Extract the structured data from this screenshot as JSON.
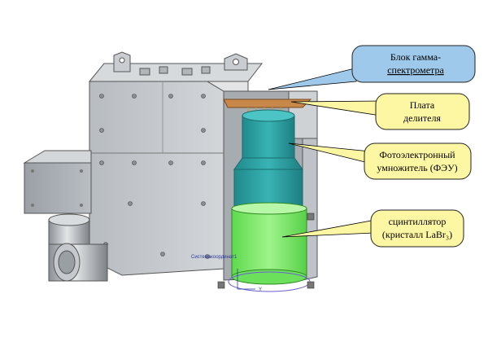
{
  "callouts": [
    {
      "id": "block",
      "lines": [
        "Блок гамма-",
        "спектрометра"
      ],
      "style": "blue",
      "underline_line": 2
    },
    {
      "id": "plate",
      "lines": [
        "Плата",
        "делителя"
      ],
      "style": "yellow"
    },
    {
      "id": "pmt",
      "lines": [
        "Фотоэлектронный",
        "умножитель (ФЭУ)"
      ],
      "style": "yellow"
    },
    {
      "id": "scint",
      "lines": [
        "сцинтиллятор",
        "(кристалл LaBr₃)"
      ],
      "style": "yellow"
    }
  ],
  "cad_label": "Системакоординат1",
  "axis_label": "Y",
  "colors": {
    "callout_blue": "#9fc9ea",
    "callout_yellow": "#fdf6a3",
    "housing": "#c4c8cc",
    "pmt": "#2fa5a7",
    "scintillator": "#7fee6c",
    "plate": "#c8884a"
  }
}
